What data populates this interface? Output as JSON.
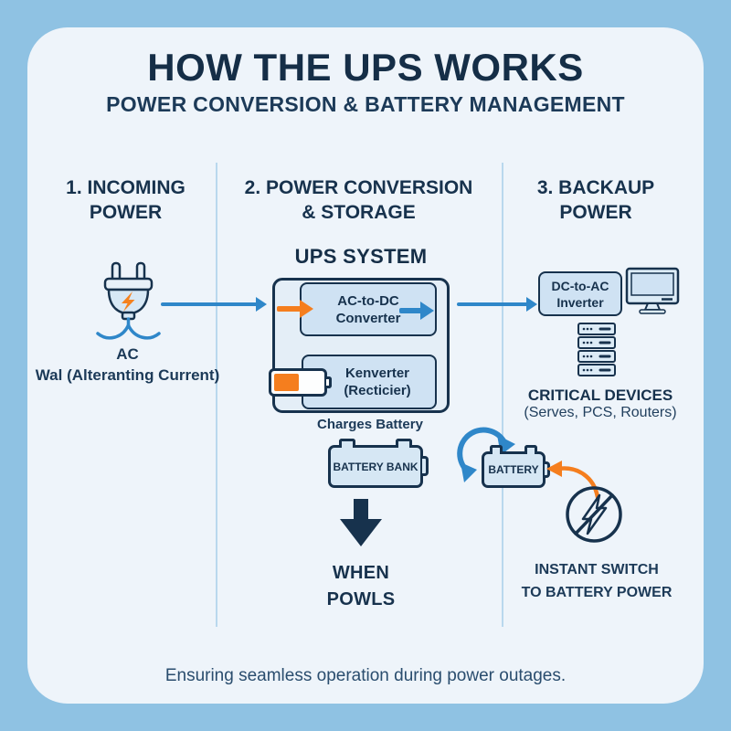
{
  "header": {
    "title": "HOW THE UPS WORKS",
    "subtitle": "POWER CONVERSION & BATTERY MANAGEMENT"
  },
  "columns": {
    "col1": {
      "line1": "1. INCOMING",
      "line2": "POWER"
    },
    "col2": {
      "line1": "2. POWER CONVERSION",
      "line2": "& STORAGE"
    },
    "col3": {
      "line1": "3. BACKAUP",
      "line2": "POWER"
    }
  },
  "incoming": {
    "ac_label": "AC",
    "wall_label": "Wal (Alteranting Current)"
  },
  "ups_system": {
    "label": "UPS SYSTEM",
    "converter": {
      "line1": "AC-to-DC",
      "line2": "Converter"
    },
    "rectifier": {
      "line1": "Kenverter",
      "line2": "(Recticier)"
    },
    "charges_label": "Charges Battery",
    "battery_bank_label": "BATTERY BANK",
    "when": {
      "line1": "WHEN",
      "line2": "POWLS"
    }
  },
  "backup": {
    "inverter": {
      "line1": "DC-to-AC",
      "line2": "Inverter"
    },
    "critical": {
      "title": "CRITICAL DEVICES",
      "subtitle": "(Serves, PCS, Routers)"
    },
    "battery_label": "BATTERY",
    "switch": {
      "line1": "INSTANT SWITCH",
      "line2": "TO BATTERY POWER"
    }
  },
  "footer": {
    "caption": "Ensuring seamless operation during power outages."
  },
  "icons": {
    "plug": "power-plug-icon",
    "bolt": "lightning-bolt-icon",
    "cell_battery": "charging-battery-icon",
    "battery_bank": "battery-bank-icon",
    "battery": "battery-icon",
    "monitor": "monitor-icon",
    "server": "server-rack-icon",
    "outage": "power-outage-icon",
    "cycle": "circular-arrow-icon",
    "down": "down-arrow-icon"
  },
  "colors": {
    "outer_background": "#8fc2e3",
    "panel_background": "#eef4fa",
    "navy_text": "#17324d",
    "arrow_blue": "#2f87c9",
    "accent_orange": "#f57e1e",
    "box_fill": "#cfe2f3",
    "divider": "#b9d8ee"
  }
}
